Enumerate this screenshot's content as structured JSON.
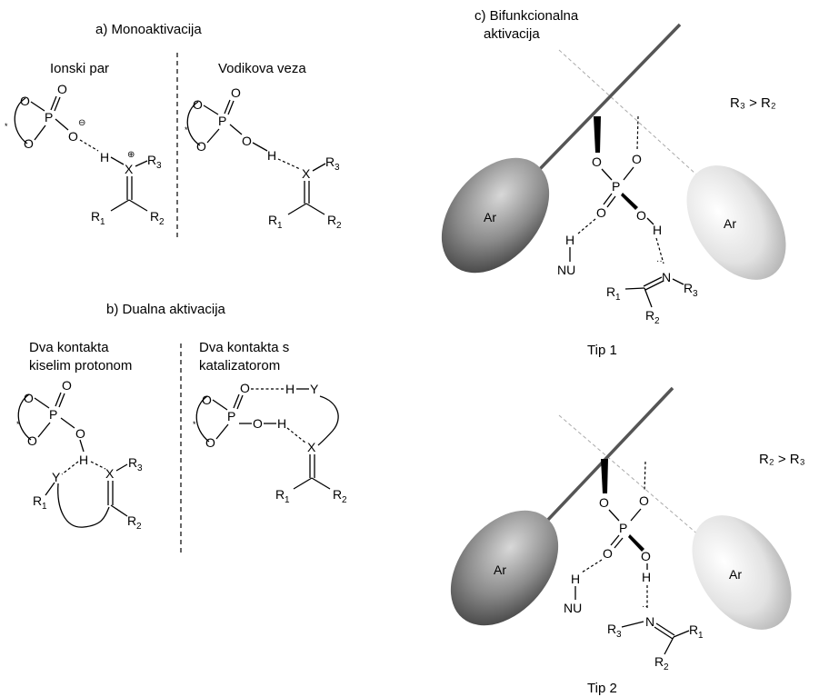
{
  "sections": {
    "mono": {
      "title": "a) Monoaktivacija",
      "left_label": "Ionski par",
      "right_label": "Vodikova veza"
    },
    "dual": {
      "title": "b) Dualna aktivacija",
      "left_label_1": "Dva kontakta",
      "left_label_2": "kiselim protonom",
      "right_label_1": "Dva kontakta s",
      "right_label_2": "katalizatorom"
    },
    "bifunctional": {
      "title_1": "c) Bifunkcionalna",
      "title_2": "aktivacija",
      "cond_1": "R₃ >  R₂",
      "cond_2": "R₂ > R₃",
      "type_1": "Tip 1",
      "type_2": "Tip 2"
    }
  },
  "atoms": {
    "O": "O",
    "P": "P",
    "H": "H",
    "X": "X",
    "Y": "Y",
    "N": "N",
    "NU": "NU",
    "R": "R",
    "Ar": "Ar",
    "star": "*",
    "minus": "⊖",
    "plus": "⊕",
    "lone_pair": "··",
    "sub1": "1",
    "sub2": "2",
    "sub3": "3"
  }
}
